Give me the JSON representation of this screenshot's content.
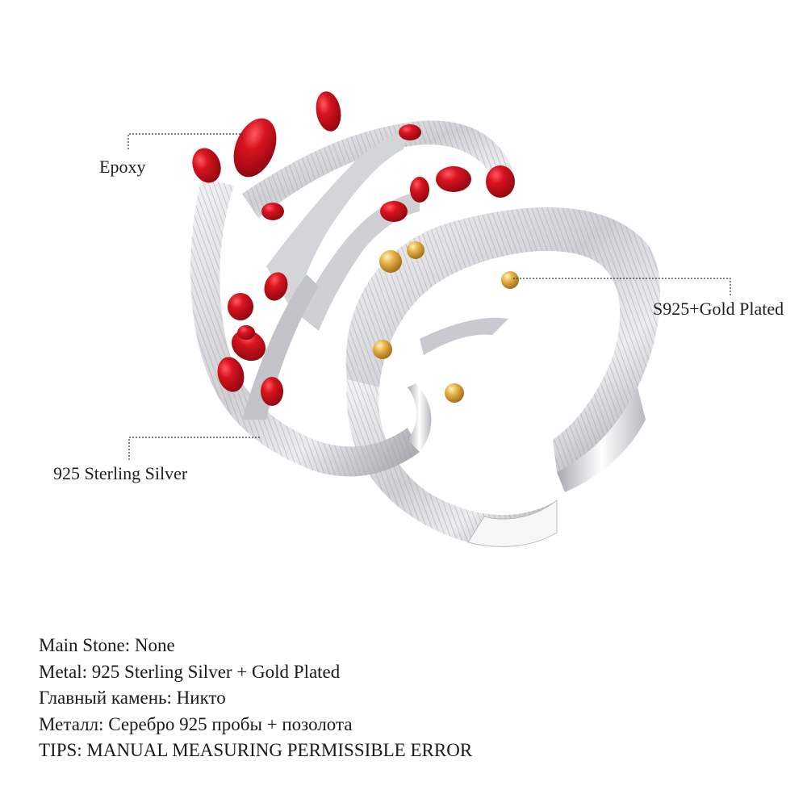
{
  "callouts": {
    "epoxy": "Epoxy",
    "gold_plated": "S925+Gold Plated",
    "sterling_silver": "925 Sterling Silver"
  },
  "specs": [
    "Main Stone: None",
    "Metal: 925 Sterling Silver + Gold Plated",
    "Главный камень: Никто",
    "Металл: Серебро 925 пробы + позолота",
    "TIPS: MANUAL MEASURING PERMISSIBLE ERROR"
  ],
  "colors": {
    "background": "#ffffff",
    "silver": "#d9d9dc",
    "silver_shadow": "#8f9095",
    "epoxy_red": "#c8101c",
    "gold": "#e0a93a",
    "leader_line": "#333333"
  }
}
